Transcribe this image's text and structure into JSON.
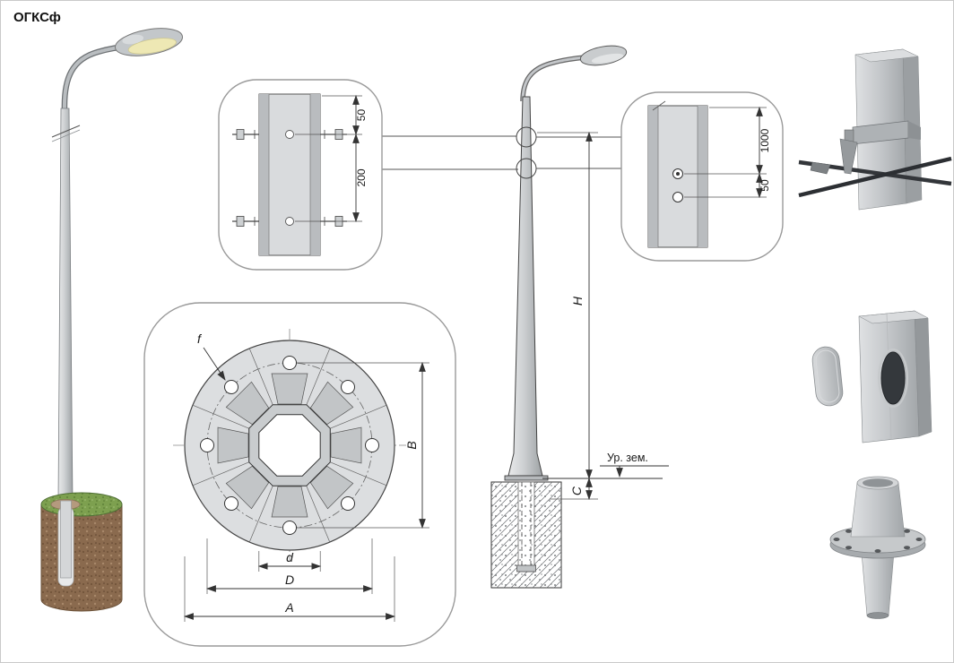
{
  "page": {
    "title": "ОГКСф"
  },
  "colors": {
    "line": "#333333",
    "pole_light": "#e9eaeb",
    "pole_dark": "#9da1a4",
    "callout_border": "#9a9a9a",
    "soil": "#8a6a4e",
    "grass": "#7da04f",
    "steel_dark": "#2c2f33"
  },
  "detail_top": {
    "dim_edge": "50",
    "dim_spacing": "200"
  },
  "detail_right": {
    "dim_height": "1000",
    "dim_offset": "50"
  },
  "flange_plan": {
    "hole_label": "f",
    "dim_vertical": "B",
    "dim_inner": "d",
    "dim_bolt_circle": "D",
    "dim_outer": "A"
  },
  "elevation": {
    "dim_height": "H",
    "dim_embed": "C",
    "ground_level_label": "Ур. зем."
  }
}
